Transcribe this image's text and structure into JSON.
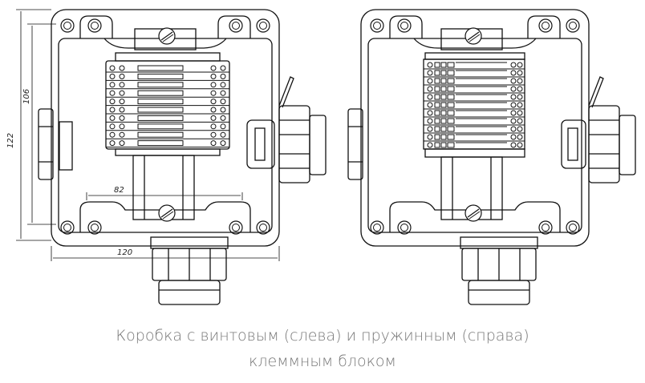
{
  "dimensions": {
    "height_total": "122",
    "height_inner": "106",
    "width_total": "120",
    "width_inner": "82"
  },
  "caption": {
    "line1": "Коробка с винтовым (слева) и пружинным (справа)",
    "line2": "клеммным блоком"
  }
}
